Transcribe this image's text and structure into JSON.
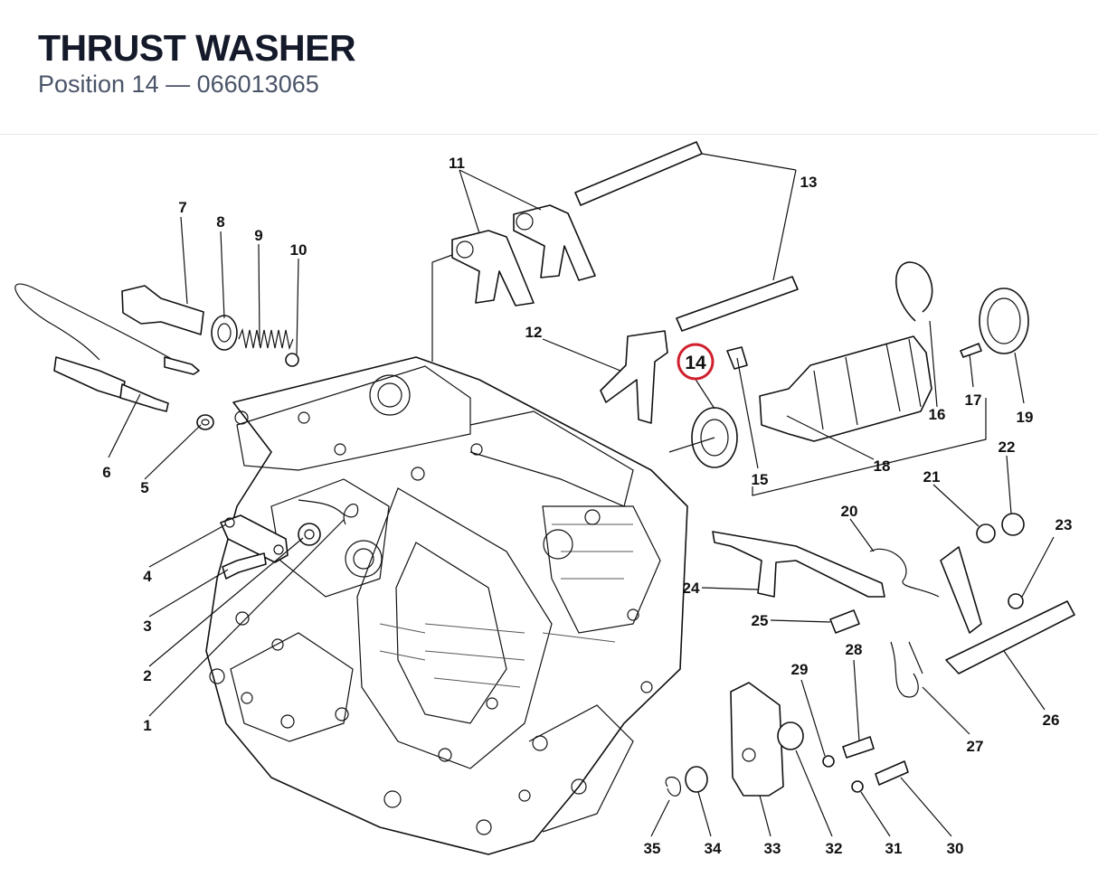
{
  "header": {
    "title": "THRUST WASHER",
    "subtitle": "Position 14 — 066013065"
  },
  "diagram": {
    "highlight": {
      "label": "14",
      "color": "#d0202e"
    },
    "callouts": [
      "1",
      "2",
      "3",
      "4",
      "5",
      "6",
      "7",
      "8",
      "9",
      "10",
      "11",
      "12",
      "13",
      "15",
      "16",
      "17",
      "18",
      "19",
      "20",
      "21",
      "22",
      "23",
      "24",
      "25",
      "26",
      "27",
      "28",
      "29",
      "30",
      "31",
      "32",
      "33",
      "34",
      "35"
    ]
  }
}
